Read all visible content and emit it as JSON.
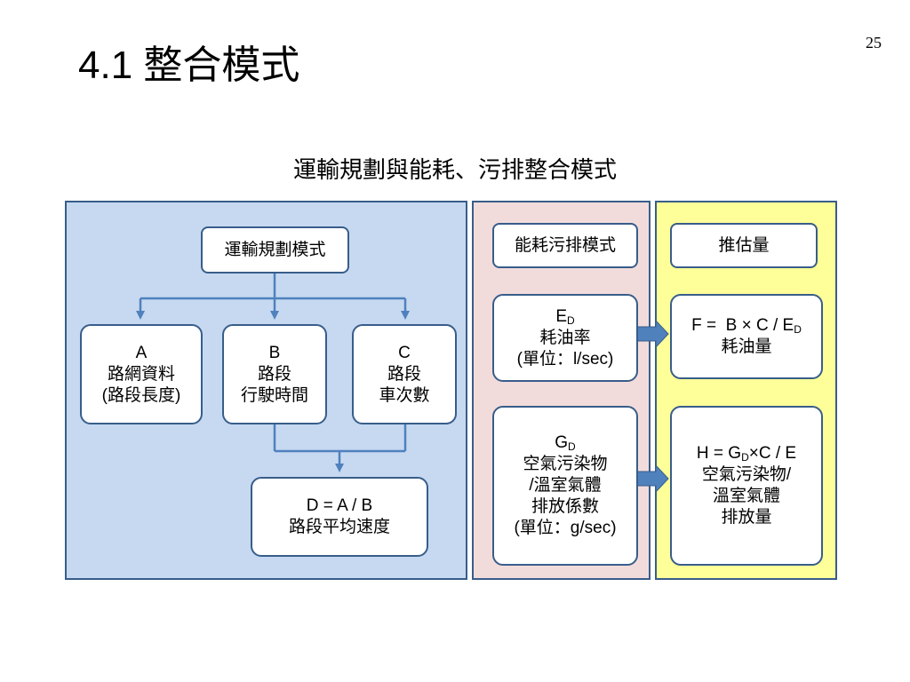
{
  "page_number": "25",
  "title": "4.1 整合模式",
  "diagram_title": "運輸規劃與能耗、污排整合模式",
  "left_panel": {
    "header": "運輸規劃模式",
    "box_a": {
      "label": "A",
      "line1": "路網資料",
      "line2": "(路段長度)"
    },
    "box_b": {
      "label": "B",
      "line1": "路段",
      "line2": "行駛時間"
    },
    "box_c": {
      "label": "C",
      "line1": "路段",
      "line2": "車次數"
    },
    "box_d": {
      "formula": "D = A / B",
      "line1": "路段平均速度"
    }
  },
  "middle_panel": {
    "header": "能耗污排模式",
    "ed": {
      "symbol": "E",
      "subscript": "D",
      "line1": "耗油率",
      "line2": "(單位：l/sec)"
    },
    "gd": {
      "symbol": "G",
      "subscript": "D",
      "line1": "空氣污染物",
      "line2": "/溫室氣體",
      "line3": "排放係數",
      "line4": "(單位：g/sec)"
    }
  },
  "right_panel": {
    "header": "推估量",
    "f": {
      "formula_prefix": "F =  B × C / E",
      "subscript": "D",
      "line1": "耗油量"
    },
    "h": {
      "formula_prefix": "H = G",
      "subscript": "D",
      "formula_suffix": "×C / E",
      "line1": "空氣污染物/",
      "line2": "溫室氣體",
      "line3": "排放量"
    }
  },
  "colors": {
    "blue_panel": "#c6d9f1",
    "pink_panel": "#f2dcdb",
    "yellow_panel": "#ffff99",
    "border": "#385d8a",
    "connector": "#4f81bd"
  },
  "icons": {
    "down_arrow": "arrow-down-icon",
    "block_arrow": "block-arrow-right-icon"
  }
}
